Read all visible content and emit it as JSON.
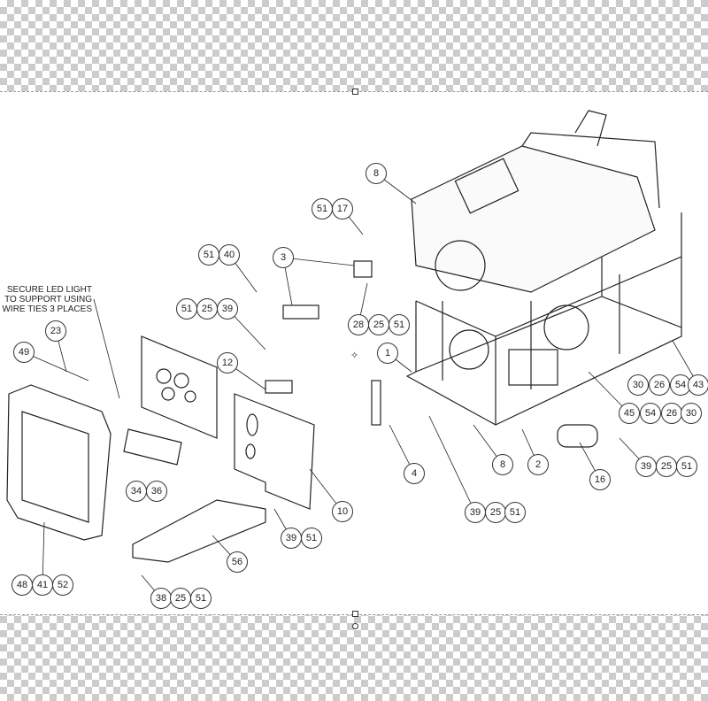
{
  "note": [
    "SECURE LED LIGHT",
    "TO SUPPORT USING",
    "WIRE TIES 3 PLACES"
  ],
  "balloons": [
    "8",
    "51",
    "17",
    "51",
    "40",
    "3",
    "51",
    "25",
    "39",
    "28",
    "25",
    "51",
    "12",
    "1",
    "23",
    "49",
    "30",
    "26",
    "54",
    "43",
    "45",
    "54",
    "26",
    "30",
    "8",
    "2",
    "4",
    "16",
    "39",
    "25",
    "51",
    "34",
    "36",
    "10",
    "39",
    "25",
    "51",
    "39",
    "51",
    "56",
    "48",
    "41",
    "52",
    "38",
    "25",
    "51"
  ],
  "icons": {
    "pivot": "crosshair-pivot-icon"
  }
}
